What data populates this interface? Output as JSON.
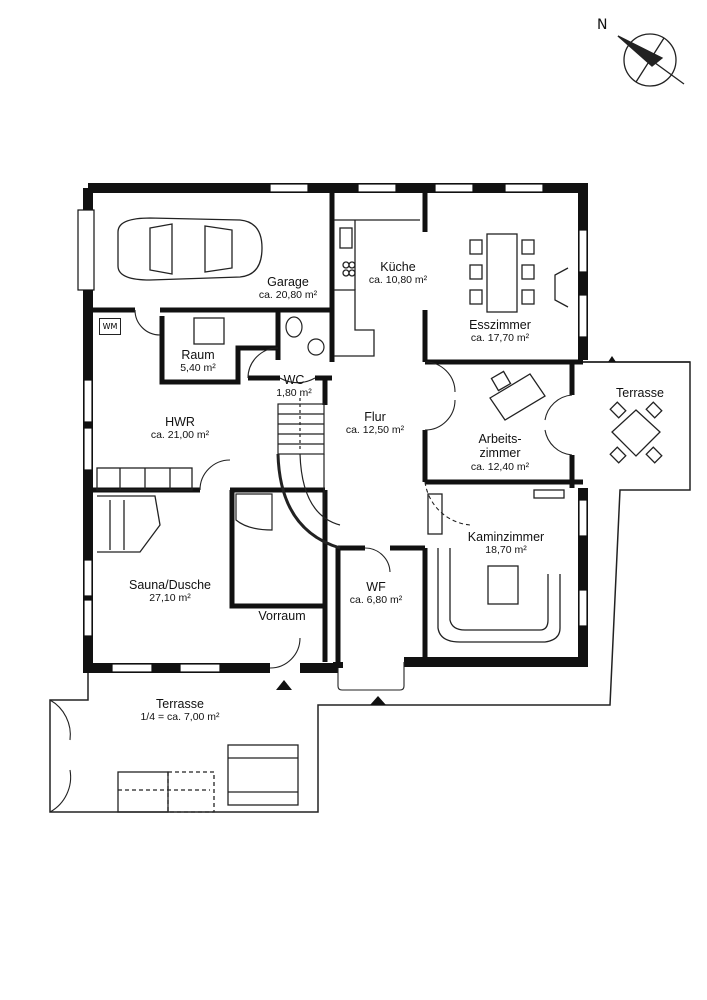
{
  "compass": {
    "north_label": "N"
  },
  "appliance": {
    "washer_label": "WM"
  },
  "rooms": {
    "garage": {
      "name": "Garage",
      "area": "ca. 20,80 m²"
    },
    "kueche": {
      "name": "Küche",
      "area": "ca. 10,80 m²"
    },
    "esszimmer": {
      "name": "Esszimmer",
      "area": "ca. 17,70 m²"
    },
    "raum": {
      "name": "Raum",
      "area": "5,40 m²"
    },
    "wc": {
      "name": "WC",
      "area": "1,80 m²"
    },
    "hwr": {
      "name": "HWR",
      "area": "ca. 21,00 m²"
    },
    "flur": {
      "name": "Flur",
      "area": "ca. 12,50 m²"
    },
    "arbeit": {
      "name1": "Arbeits-",
      "name2": "zimmer",
      "area": "ca. 12,40 m²"
    },
    "terrasse_ost": {
      "name": "Terrasse"
    },
    "kamin": {
      "name": "Kaminzimmer",
      "area": "18,70 m²"
    },
    "sauna": {
      "name": "Sauna/Dusche",
      "area": "27,10 m²"
    },
    "wf": {
      "name": "WF",
      "area": "ca. 6,80 m²"
    },
    "vorraum": {
      "name": "Vorraum"
    },
    "terrasse_sued": {
      "name": "Terrasse",
      "area": "1/4 = ca. 7,00 m²"
    }
  }
}
